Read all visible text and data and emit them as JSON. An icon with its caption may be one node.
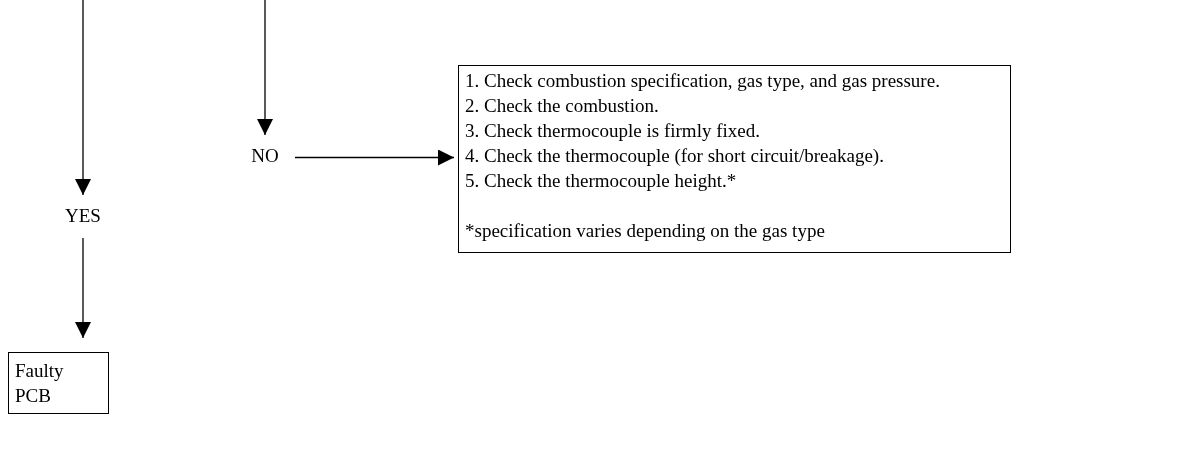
{
  "diagram": {
    "nodes": [
      {
        "text": [
          "YES"
        ]
      },
      {
        "text": [
          "NO"
        ]
      },
      {
        "text": [
          "Faulty PCB"
        ]
      },
      {
        "text": [
          "1. Check combustion specification, gas type, and gas pressure.",
          "2. Check the combustion.",
          "3. Check thermocouple is firmly fixed.",
          "4. Check the thermocouple (for short circuit/breakage).",
          "5. Check the thermocouple height.*",
          "*specification varies depending on the gas type"
        ]
      }
    ],
    "edges": [
      {
        "from": null,
        "to": 0,
        "arrow": "to"
      },
      {
        "from": 0,
        "to": 2,
        "arrow": "to"
      },
      {
        "from": null,
        "to": 1,
        "arrow": "to"
      },
      {
        "from": 1,
        "to": 3,
        "arrow": "to"
      }
    ]
  }
}
